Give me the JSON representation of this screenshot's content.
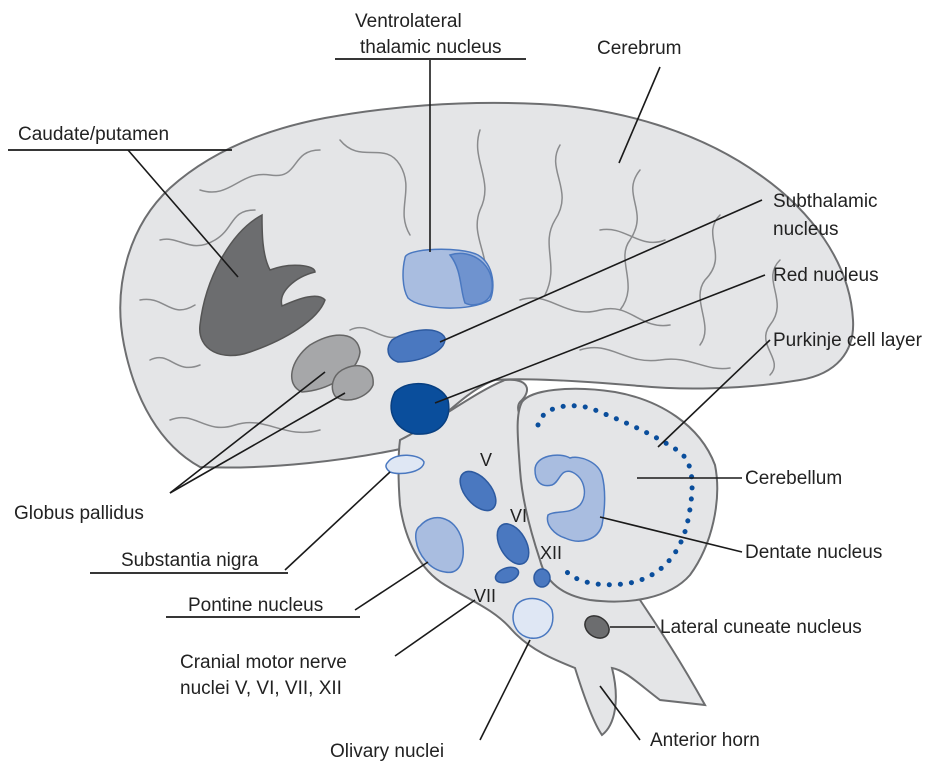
{
  "labels": {
    "ventrolateral_line1": "Ventrolateral",
    "ventrolateral_line2": "thalamic nucleus",
    "cerebrum": "Cerebrum",
    "caudate_putamen": "Caudate/putamen",
    "subthalamic_line1": "Subthalamic",
    "subthalamic_line2": "nucleus",
    "red_nucleus": "Red nucleus",
    "purkinje": "Purkinje cell layer",
    "cerebellum": "Cerebellum",
    "globus_pallidus": "Globus pallidus",
    "dentate": "Dentate nucleus",
    "substantia_nigra": "Substantia nigra",
    "pontine": "Pontine nucleus",
    "lateral_cuneate": "Lateral cuneate nucleus",
    "cranial_line1": "Cranial motor nerve",
    "cranial_line2": "nuclei V, VI, VII, XII",
    "olivary": "Olivary nuclei",
    "anterior_horn": "Anterior horn"
  },
  "nerve_numerals": {
    "v": "V",
    "vi": "VI",
    "vii": "VII",
    "xii": "XII"
  },
  "colors": {
    "brain_fill": "#e4e5e7",
    "brain_outline": "#6d6e70",
    "light_blue": "#a9bde0",
    "mid_blue": "#4a78c0",
    "dark_blue": "#0a4e9c",
    "pale_blue": "#dfe7f4",
    "dark_gray": "#6c6d6f",
    "mid_gray": "#a6a7a9"
  }
}
